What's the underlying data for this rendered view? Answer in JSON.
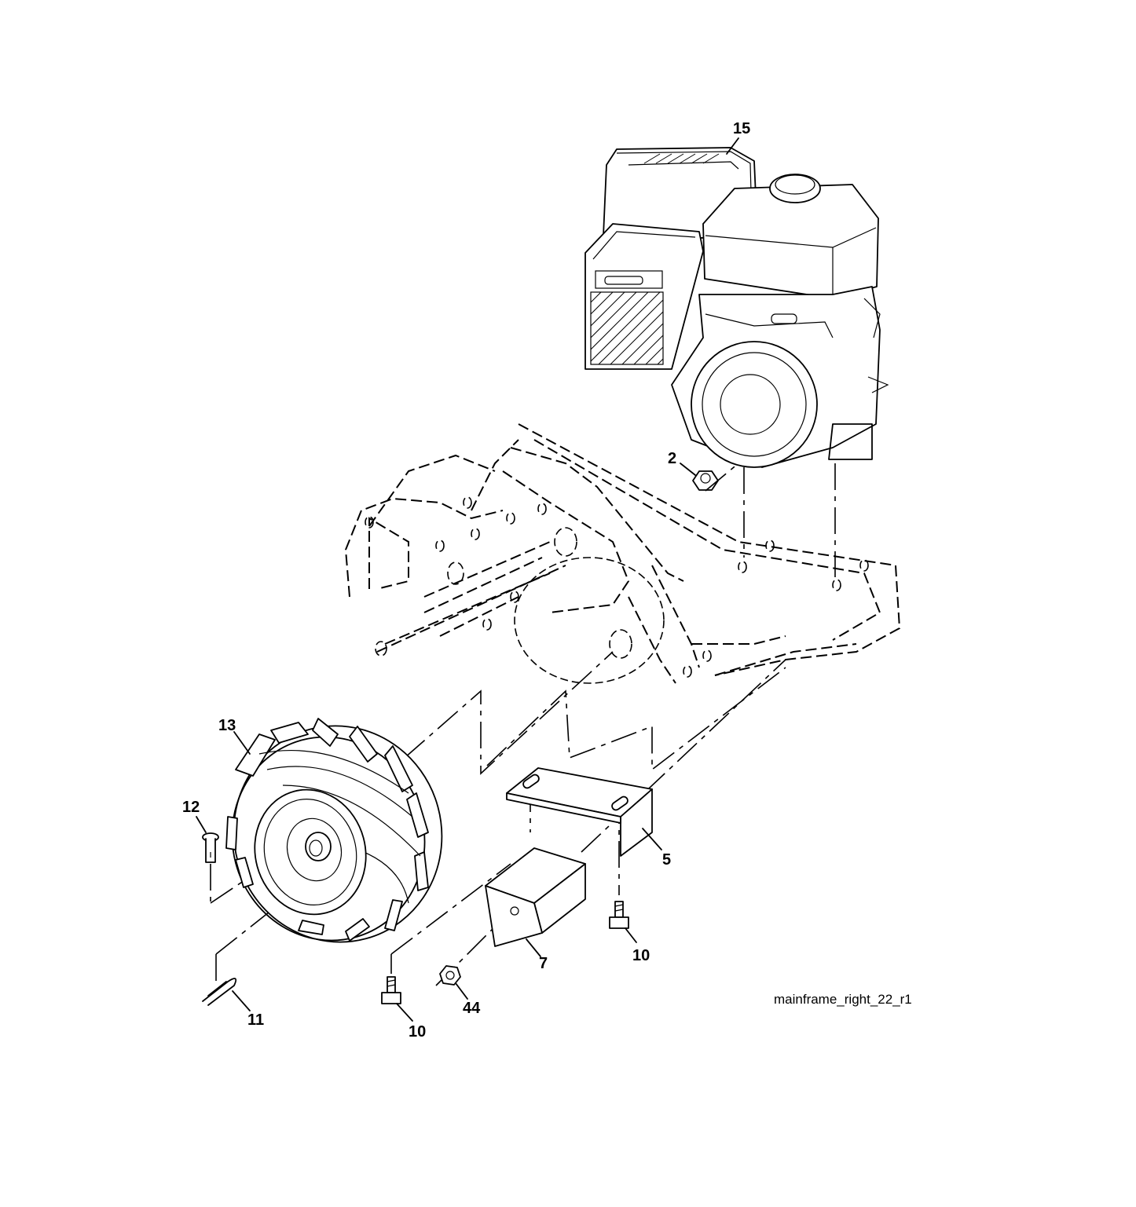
{
  "diagram": {
    "caption": "mainframe_right_22_r1",
    "callouts": [
      {
        "id": "15",
        "part": "engine"
      },
      {
        "id": "2",
        "part": "nut"
      },
      {
        "id": "13",
        "part": "wheel"
      },
      {
        "id": "12",
        "part": "clevis-pin"
      },
      {
        "id": "11",
        "part": "hairpin-clip"
      },
      {
        "id": "10",
        "part": "bolt-left"
      },
      {
        "id": "44",
        "part": "locknut"
      },
      {
        "id": "7",
        "part": "weight-block"
      },
      {
        "id": "5",
        "part": "bracket"
      },
      {
        "id": "10",
        "part": "bolt-right"
      }
    ]
  }
}
